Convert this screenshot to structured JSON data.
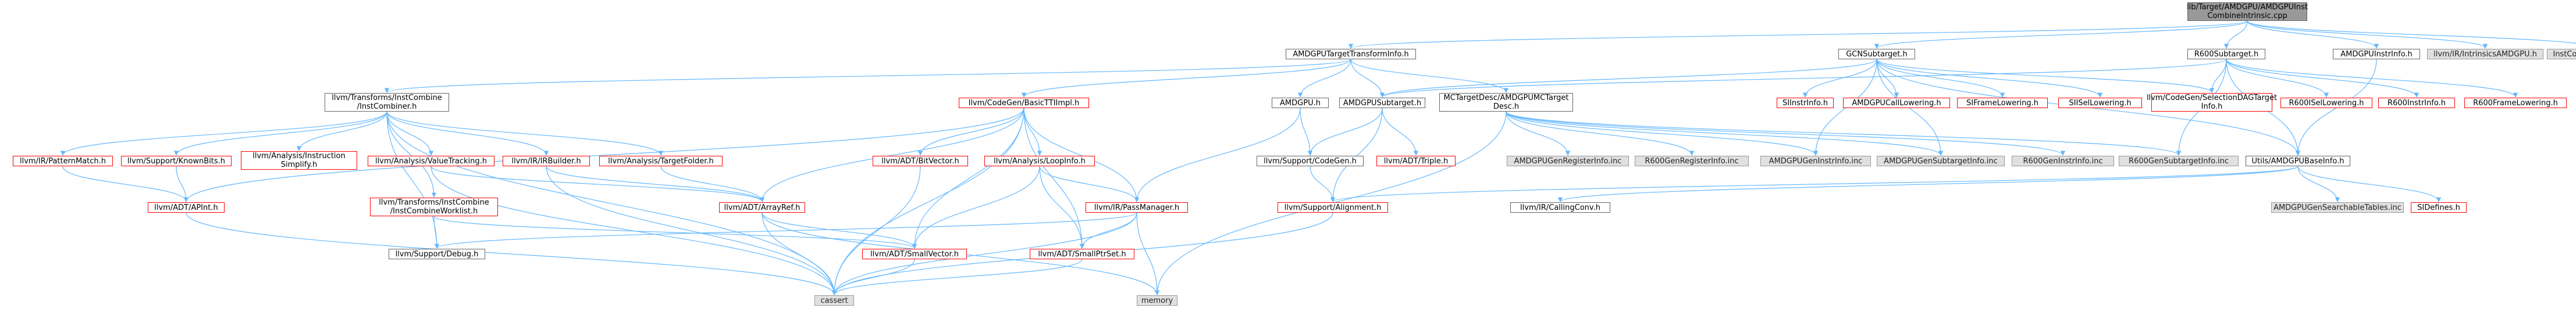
{
  "nodes": [
    {
      "id": "root",
      "lines": [
        "lib/Target/AMDGPU/AMDGPUInst",
        "CombineIntrinsic.cpp"
      ],
      "kind": "root"
    },
    {
      "id": "tti",
      "lines": [
        "AMDGPUTargetTransformInfo.h"
      ],
      "kind": "doc"
    },
    {
      "id": "gcnsub",
      "lines": [
        "GCNSubtarget.h"
      ],
      "kind": "doc"
    },
    {
      "id": "r600sub",
      "lines": [
        "R600Subtarget.h"
      ],
      "kind": "doc"
    },
    {
      "id": "amdgpuinstrinfo",
      "lines": [
        "AMDGPUInstrInfo.h"
      ],
      "kind": "doc"
    },
    {
      "id": "intrinsicsamdgpu",
      "lines": [
        "llvm/IR/IntrinsicsAMDGPU.h"
      ],
      "kind": "sys"
    },
    {
      "id": "instcombinetables",
      "lines": [
        "InstCombineTables.inc"
      ],
      "kind": "sys"
    },
    {
      "id": "instcombiner",
      "lines": [
        "llvm/Transforms/InstCombine",
        "/InstCombiner.h"
      ],
      "kind": "doc"
    },
    {
      "id": "basictti",
      "lines": [
        "llvm/CodeGen/BasicTTIImpl.h"
      ],
      "kind": "ext"
    },
    {
      "id": "amdgpuh",
      "lines": [
        "AMDGPU.h"
      ],
      "kind": "doc"
    },
    {
      "id": "amdgpusub",
      "lines": [
        "AMDGPUSubtarget.h"
      ],
      "kind": "doc"
    },
    {
      "id": "mctarget",
      "lines": [
        "MCTargetDesc/AMDGPUMCTarget",
        "Desc.h"
      ],
      "kind": "doc"
    },
    {
      "id": "siinstrinfo",
      "lines": [
        "SIInstrInfo.h"
      ],
      "kind": "ext"
    },
    {
      "id": "amdgpucalllowering",
      "lines": [
        "AMDGPUCallLowering.h"
      ],
      "kind": "ext"
    },
    {
      "id": "siframelowering",
      "lines": [
        "SIFrameLowering.h"
      ],
      "kind": "ext"
    },
    {
      "id": "siisellowering",
      "lines": [
        "SIISelLowering.h"
      ],
      "kind": "ext"
    },
    {
      "id": "selectiondag",
      "lines": [
        "llvm/CodeGen/SelectionDAGTarget",
        "Info.h"
      ],
      "kind": "ext"
    },
    {
      "id": "r600isellowering",
      "lines": [
        "R600ISelLowering.h"
      ],
      "kind": "ext"
    },
    {
      "id": "r600instrinfo",
      "lines": [
        "R600InstrInfo.h"
      ],
      "kind": "ext"
    },
    {
      "id": "r600framelowering",
      "lines": [
        "R600FrameLowering.h"
      ],
      "kind": "ext"
    },
    {
      "id": "patternmatch",
      "lines": [
        "llvm/IR/PatternMatch.h"
      ],
      "kind": "ext"
    },
    {
      "id": "knownbits",
      "lines": [
        "llvm/Support/KnownBits.h"
      ],
      "kind": "ext"
    },
    {
      "id": "instsimplify",
      "lines": [
        "llvm/Analysis/Instruction",
        "Simplify.h"
      ],
      "kind": "ext"
    },
    {
      "id": "valuetracking",
      "lines": [
        "llvm/Analysis/ValueTracking.h"
      ],
      "kind": "ext"
    },
    {
      "id": "irbuilder",
      "lines": [
        "llvm/IR/IRBuilder.h"
      ],
      "kind": "ext"
    },
    {
      "id": "targetfolder",
      "lines": [
        "llvm/Analysis/TargetFolder.h"
      ],
      "kind": "ext"
    },
    {
      "id": "bitvector",
      "lines": [
        "llvm/ADT/BitVector.h"
      ],
      "kind": "ext"
    },
    {
      "id": "loopinfo",
      "lines": [
        "llvm/Analysis/LoopInfo.h"
      ],
      "kind": "ext"
    },
    {
      "id": "supportcodegen",
      "lines": [
        "llvm/Support/CodeGen.h"
      ],
      "kind": "doc"
    },
    {
      "id": "triple",
      "lines": [
        "llvm/ADT/Triple.h"
      ],
      "kind": "ext"
    },
    {
      "id": "genregisterinfo",
      "lines": [
        "AMDGPUGenRegisterInfo.inc"
      ],
      "kind": "sys"
    },
    {
      "id": "r600genregisterinfo",
      "lines": [
        "R600GenRegisterInfo.inc"
      ],
      "kind": "sys"
    },
    {
      "id": "geninstrinfo",
      "lines": [
        "AMDGPUGenInstrInfo.inc"
      ],
      "kind": "sys"
    },
    {
      "id": "gensubtargetinfo",
      "lines": [
        "AMDGPUGenSubtargetInfo.inc"
      ],
      "kind": "sys"
    },
    {
      "id": "r600geninstrinfo",
      "lines": [
        "R600GenInstrInfo.inc"
      ],
      "kind": "sys"
    },
    {
      "id": "r600gensubtargetinfo",
      "lines": [
        "R600GenSubtargetInfo.inc"
      ],
      "kind": "sys"
    },
    {
      "id": "baseinfo",
      "lines": [
        "Utils/AMDGPUBaseInfo.h"
      ],
      "kind": "doc"
    },
    {
      "id": "worklist",
      "lines": [
        "llvm/Transforms/InstCombine",
        "/InstCombineWorklist.h"
      ],
      "kind": "ext"
    },
    {
      "id": "apint",
      "lines": [
        "llvm/ADT/APInt.h"
      ],
      "kind": "ext"
    },
    {
      "id": "arrayref",
      "lines": [
        "llvm/ADT/ArrayRef.h"
      ],
      "kind": "ext"
    },
    {
      "id": "passmanager",
      "lines": [
        "llvm/IR/PassManager.h"
      ],
      "kind": "ext"
    },
    {
      "id": "alignment",
      "lines": [
        "llvm/Support/Alignment.h"
      ],
      "kind": "ext"
    },
    {
      "id": "callingconv",
      "lines": [
        "llvm/IR/CallingConv.h"
      ],
      "kind": "doc"
    },
    {
      "id": "searchabletables",
      "lines": [
        "AMDGPUGenSearchableTables.inc"
      ],
      "kind": "sys"
    },
    {
      "id": "sidefines",
      "lines": [
        "SIDefines.h"
      ],
      "kind": "ext"
    },
    {
      "id": "debug",
      "lines": [
        "llvm/Support/Debug.h"
      ],
      "kind": "doc"
    },
    {
      "id": "smallvector",
      "lines": [
        "llvm/ADT/SmallVector.h"
      ],
      "kind": "ext"
    },
    {
      "id": "smallptrset",
      "lines": [
        "llvm/ADT/SmallPtrSet.h"
      ],
      "kind": "ext"
    },
    {
      "id": "cassert",
      "lines": [
        "cassert"
      ],
      "kind": "sys"
    },
    {
      "id": "memory",
      "lines": [
        "memory"
      ],
      "kind": "sys"
    }
  ],
  "edges": [
    [
      "root",
      "tti"
    ],
    [
      "root",
      "gcnsub"
    ],
    [
      "root",
      "r600sub"
    ],
    [
      "root",
      "amdgpuinstrinfo"
    ],
    [
      "root",
      "intrinsicsamdgpu"
    ],
    [
      "root",
      "instcombinetables"
    ],
    [
      "tti",
      "instcombiner"
    ],
    [
      "tti",
      "basictti"
    ],
    [
      "tti",
      "amdgpuh"
    ],
    [
      "tti",
      "amdgpusub"
    ],
    [
      "tti",
      "mctarget"
    ],
    [
      "gcnsub",
      "amdgpucalllowering"
    ],
    [
      "gcnsub",
      "siframelowering"
    ],
    [
      "gcnsub",
      "siisellowering"
    ],
    [
      "gcnsub",
      "siinstrinfo"
    ],
    [
      "gcnsub",
      "selectiondag"
    ],
    [
      "gcnsub",
      "amdgpusub"
    ],
    [
      "gcnsub",
      "gensubtargetinfo"
    ],
    [
      "gcnsub",
      "geninstrinfo"
    ],
    [
      "gcnsub",
      "baseinfo"
    ],
    [
      "r600sub",
      "r600framelowering"
    ],
    [
      "r600sub",
      "r600isellowering"
    ],
    [
      "r600sub",
      "r600instrinfo"
    ],
    [
      "r600sub",
      "selectiondag"
    ],
    [
      "r600sub",
      "amdgpusub"
    ],
    [
      "r600sub",
      "r600gensubtargetinfo"
    ],
    [
      "r600sub",
      "baseinfo"
    ],
    [
      "amdgpuinstrinfo",
      "baseinfo"
    ],
    [
      "instcombiner",
      "patternmatch"
    ],
    [
      "instcombiner",
      "knownbits"
    ],
    [
      "instcombiner",
      "instsimplify"
    ],
    [
      "instcombiner",
      "valuetracking"
    ],
    [
      "instcombiner",
      "irbuilder"
    ],
    [
      "instcombiner",
      "targetfolder"
    ],
    [
      "instcombiner",
      "worklist"
    ],
    [
      "instcombiner",
      "debug"
    ],
    [
      "instcombiner",
      "cassert"
    ],
    [
      "basictti",
      "bitvector"
    ],
    [
      "basictti",
      "loopinfo"
    ],
    [
      "basictti",
      "arrayref"
    ],
    [
      "basictti",
      "apint"
    ],
    [
      "basictti",
      "smallvector"
    ],
    [
      "basictti",
      "smallptrset"
    ],
    [
      "basictti",
      "passmanager"
    ],
    [
      "basictti",
      "cassert"
    ],
    [
      "amdgpuh",
      "passmanager"
    ],
    [
      "amdgpuh",
      "supportcodegen"
    ],
    [
      "amdgpusub",
      "triple"
    ],
    [
      "amdgpusub",
      "supportcodegen"
    ],
    [
      "amdgpusub",
      "alignment"
    ],
    [
      "mctarget",
      "genregisterinfo"
    ],
    [
      "mctarget",
      "r600genregisterinfo"
    ],
    [
      "mctarget",
      "geninstrinfo"
    ],
    [
      "mctarget",
      "gensubtargetinfo"
    ],
    [
      "mctarget",
      "r600geninstrinfo"
    ],
    [
      "mctarget",
      "r600gensubtargetinfo"
    ],
    [
      "mctarget",
      "memory"
    ],
    [
      "baseinfo",
      "callingconv"
    ],
    [
      "baseinfo",
      "alignment"
    ],
    [
      "baseinfo",
      "searchabletables"
    ],
    [
      "baseinfo",
      "sidefines"
    ],
    [
      "patternmatch",
      "apint"
    ],
    [
      "knownbits",
      "apint"
    ],
    [
      "valuetracking",
      "arrayref"
    ],
    [
      "valuetracking",
      "cassert"
    ],
    [
      "irbuilder",
      "arrayref"
    ],
    [
      "irbuilder",
      "cassert"
    ],
    [
      "targetfolder",
      "arrayref"
    ],
    [
      "bitvector",
      "cassert"
    ],
    [
      "loopinfo",
      "passmanager"
    ],
    [
      "loopinfo",
      "smallvector"
    ],
    [
      "loopinfo",
      "smallptrset"
    ],
    [
      "worklist",
      "debug"
    ],
    [
      "worklist",
      "smallvector"
    ],
    [
      "apint",
      "cassert"
    ],
    [
      "arrayref",
      "smallvector"
    ],
    [
      "arrayref",
      "cassert"
    ],
    [
      "arrayref",
      "memory"
    ],
    [
      "passmanager",
      "debug"
    ],
    [
      "passmanager",
      "smallptrset"
    ],
    [
      "passmanager",
      "memory"
    ],
    [
      "passmanager",
      "cassert"
    ],
    [
      "alignment",
      "cassert"
    ],
    [
      "smallvector",
      "cassert"
    ],
    [
      "smallptrset",
      "cassert"
    ],
    [
      "supportcodegen",
      "alignment"
    ]
  ]
}
